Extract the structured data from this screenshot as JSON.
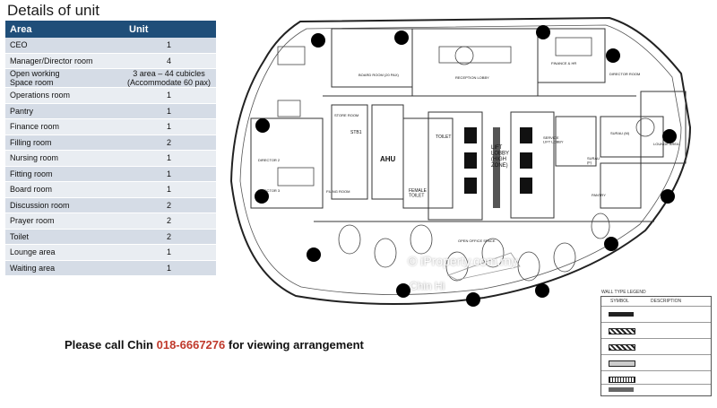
{
  "title": "Details of unit",
  "table": {
    "headers": [
      "Area",
      "Unit"
    ],
    "rows": [
      {
        "area": "CEO",
        "unit": "1"
      },
      {
        "area": "Manager/Director room",
        "unit": "4"
      },
      {
        "area": "Open working\nSpace room",
        "unit": "3 area – 44 cubicles\n(Accommodate 60 pax)"
      },
      {
        "area": "Operations room",
        "unit": "1"
      },
      {
        "area": "Pantry",
        "unit": "1"
      },
      {
        "area": "Finance room",
        "unit": "1"
      },
      {
        "area": "Filling room",
        "unit": "2"
      },
      {
        "area": "Nursing  room",
        "unit": "1"
      },
      {
        "area": "Fitting room",
        "unit": "1"
      },
      {
        "area": "Board room",
        "unit": "1"
      },
      {
        "area": "Discussion room",
        "unit": "2"
      },
      {
        "area": "Prayer room",
        "unit": "2"
      },
      {
        "area": "Toilet",
        "unit": "2"
      },
      {
        "area": "Lounge area",
        "unit": "1"
      },
      {
        "area": "Waiting area",
        "unit": "1"
      }
    ]
  },
  "call": {
    "prefix": "Please call Chin ",
    "phone": "018-6667276",
    "suffix": " for viewing arrangement"
  },
  "watermark": {
    "brand": "© iProperty.com.my",
    "agent": "Chin Hi"
  },
  "plan_labels": {
    "ahu": "AHU",
    "lift_lobby": "LIFT\nLOBBY\n(HIGH\nZONE)",
    "service_lobby": "SERVICE\nLIFT LOBBY",
    "toilet": "TOILET",
    "female_toilet": "FEMALE\nTOILET",
    "store": "STORE ROOM",
    "reception": "RECEPTION LOBBY",
    "lounge": "LOUNGE AREA",
    "open_office": "OPEN OFFICE SPACE",
    "pantry": "PANTRY",
    "surau_f": "SURAU\n(F)",
    "surau_m": "SURAU (M)",
    "director2": "DIRECTOR 2",
    "director3": "DIRECTOR 3",
    "filing": "FILING ROOM",
    "finance": "FINANCE & HR",
    "board": "BOARD ROOM (20 PAX)",
    "director_room": "DIRECTOR ROOM",
    "stb": "STB1"
  },
  "legend": {
    "title": "WALL TYPE LEGEND",
    "symbol_header": "SYMBOL",
    "desc_header": "DESCRIPTION"
  }
}
